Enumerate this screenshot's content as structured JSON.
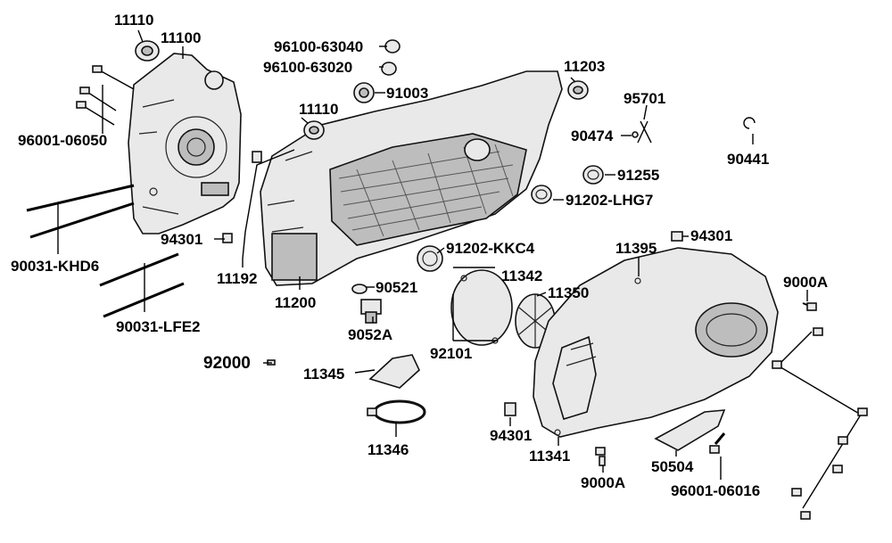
{
  "part_labels": [
    {
      "id": "11110-a",
      "text": "11110"
    },
    {
      "id": "11100",
      "text": "11100"
    },
    {
      "id": "96001-06050",
      "text": "96001-06050"
    },
    {
      "id": "90031-KHD6",
      "text": "90031-KHD6"
    },
    {
      "id": "90031-LFE2",
      "text": "90031-LFE2"
    },
    {
      "id": "92000",
      "text": "92000"
    },
    {
      "id": "96100-63040",
      "text": "96100-63040"
    },
    {
      "id": "96100-63020",
      "text": "96100-63020"
    },
    {
      "id": "91003",
      "text": "91003"
    },
    {
      "id": "11110-b",
      "text": "11110"
    },
    {
      "id": "94301-a",
      "text": "94301"
    },
    {
      "id": "11192",
      "text": "11192"
    },
    {
      "id": "11200",
      "text": "11200"
    },
    {
      "id": "90521",
      "text": "90521"
    },
    {
      "id": "9052A",
      "text": "9052A"
    },
    {
      "id": "11345",
      "text": "11345"
    },
    {
      "id": "11346",
      "text": "11346"
    },
    {
      "id": "91202-KKC4",
      "text": "91202-KKC4"
    },
    {
      "id": "11342",
      "text": "11342"
    },
    {
      "id": "11350",
      "text": "11350"
    },
    {
      "id": "92101",
      "text": "92101"
    },
    {
      "id": "11203",
      "text": "11203"
    },
    {
      "id": "95701",
      "text": "95701"
    },
    {
      "id": "90474",
      "text": "90474"
    },
    {
      "id": "90441",
      "text": "90441"
    },
    {
      "id": "91255",
      "text": "91255"
    },
    {
      "id": "91202-LHG7",
      "text": "91202-LHG7"
    },
    {
      "id": "11395",
      "text": "11395"
    },
    {
      "id": "94301-b",
      "text": "94301"
    },
    {
      "id": "9000A-a",
      "text": "9000A"
    },
    {
      "id": "94301-c",
      "text": "94301"
    },
    {
      "id": "11341",
      "text": "11341"
    },
    {
      "id": "9000A-b",
      "text": "9000A"
    },
    {
      "id": "50504",
      "text": "50504"
    },
    {
      "id": "96001-06016",
      "text": "96001-06016"
    }
  ]
}
